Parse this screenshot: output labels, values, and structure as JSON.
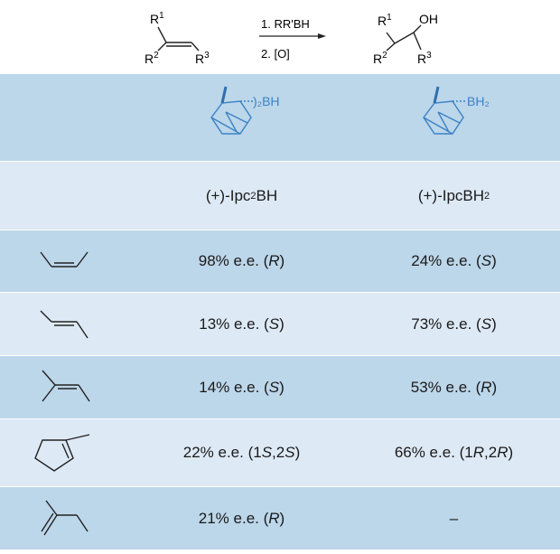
{
  "scheme": {
    "reactant": {
      "r1": "R",
      "r1_sup": "1",
      "r2": "R",
      "r2_sup": "2",
      "r3": "R",
      "r3_sup": "3"
    },
    "step1": "1. RR'BH",
    "step2": "2. [O]",
    "product": {
      "r1": "R",
      "r1_sup": "1",
      "r2": "R",
      "r2_sup": "2",
      "r3": "R",
      "r3_sup": "3",
      "oh": "OH"
    }
  },
  "reagents": [
    {
      "label_main": "(+)-Ipc",
      "label_sub": "2",
      "label_tail": "BH",
      "struct_text": ")₂BH"
    },
    {
      "label_main": "(+)-IpcBH",
      "label_sub": "2",
      "label_tail": "",
      "struct_text": "BH₂"
    }
  ],
  "rows": [
    {
      "substrate": "cis-2-butene",
      "c1": {
        "pre": "98% e.e. (",
        "it": "R",
        "post": ")"
      },
      "c2": {
        "pre": "24% e.e. (",
        "it": "S",
        "post": ")"
      }
    },
    {
      "substrate": "trans-2-butene",
      "c1": {
        "pre": "13% e.e. (",
        "it": "S",
        "post": ")"
      },
      "c2": {
        "pre": "73% e.e. (",
        "it": "S",
        "post": ")"
      }
    },
    {
      "substrate": "2-methyl-2-butene",
      "c1": {
        "pre": "14% e.e. (",
        "it": "S",
        "post": ")"
      },
      "c2": {
        "pre": "53% e.e. (",
        "it": "R",
        "post": ")"
      }
    },
    {
      "substrate": "1-methylcyclopentene",
      "c1": {
        "pre": "22% e.e. (1",
        "it": "S",
        "mid": ",2",
        "it2": "S",
        "post": ")"
      },
      "c2": {
        "pre": "66% e.e. (1",
        "it": "R",
        "mid": ",2",
        "it2": "R",
        "post": ")"
      }
    },
    {
      "substrate": "2-methyl-1-butene",
      "c1": {
        "pre": "21% e.e. (",
        "it": "R",
        "post": ")"
      },
      "c2": {
        "pre": "–",
        "it": "",
        "post": ""
      }
    }
  ],
  "colors": {
    "dark_row": "#bcd6ea",
    "light_row": "#dde9f5",
    "reagent_blue": "#3b82c4"
  }
}
